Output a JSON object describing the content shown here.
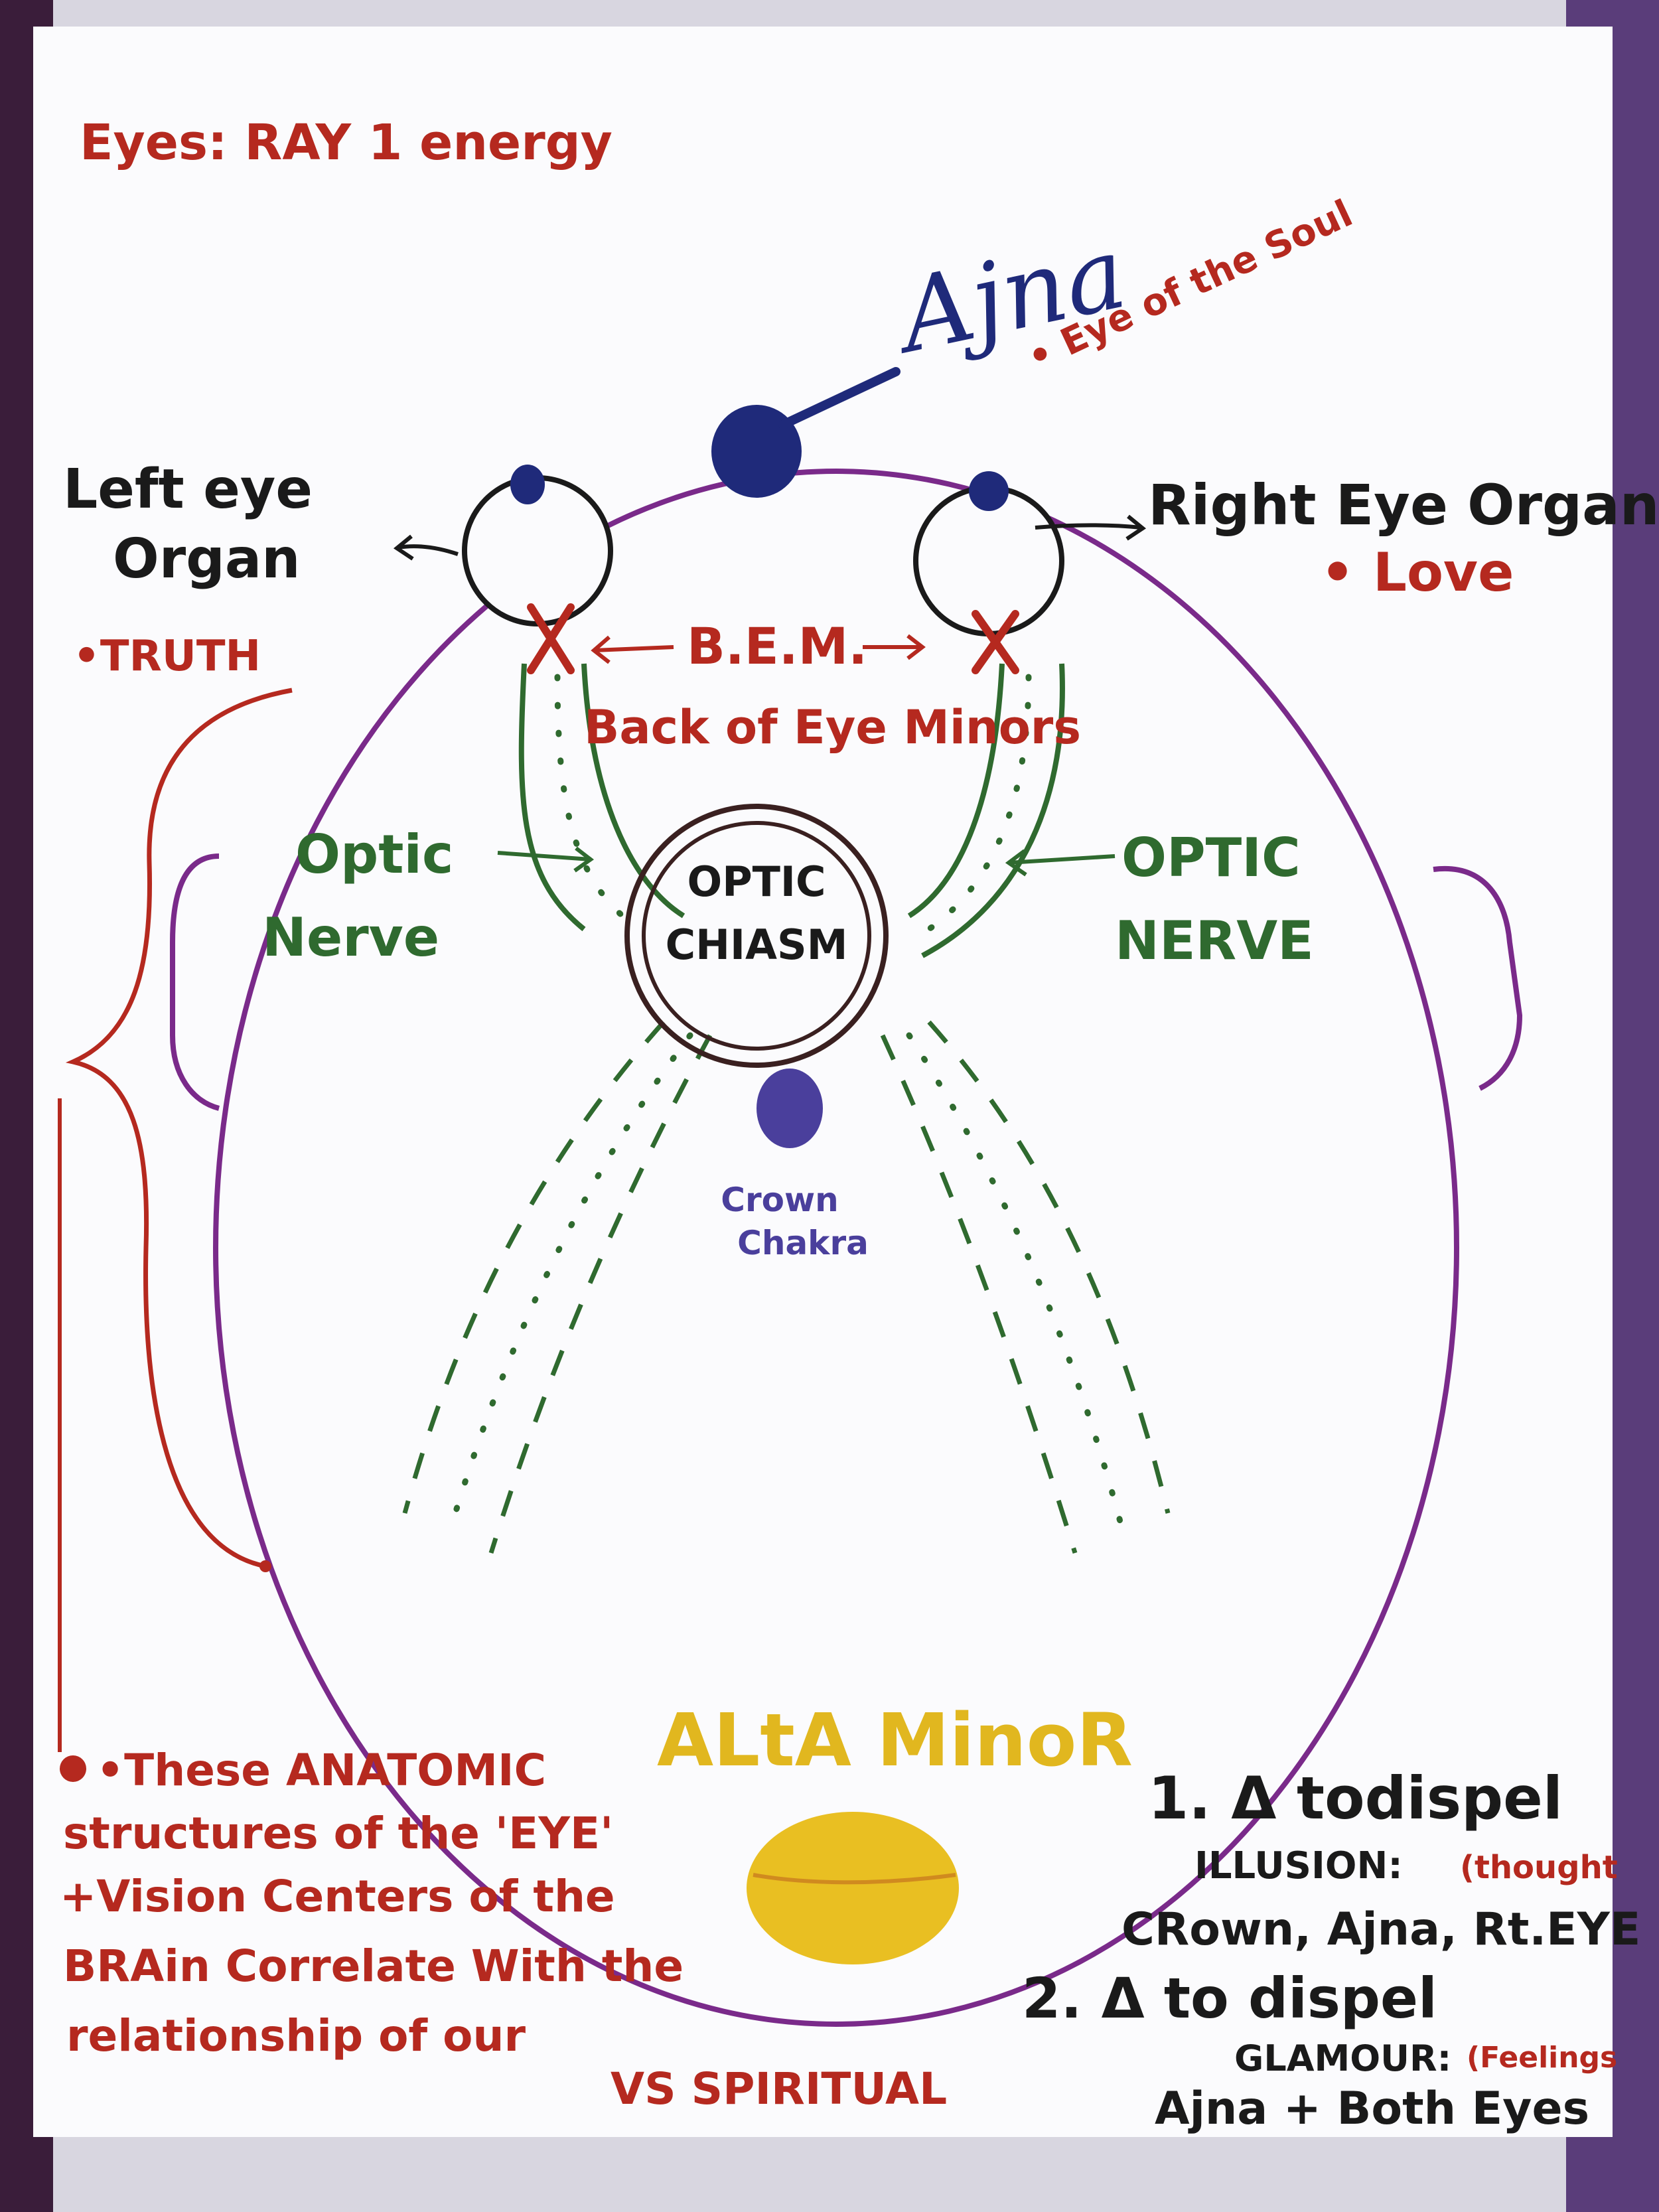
{
  "title": "Eyes: RAY 1 energy",
  "ajna": {
    "label": "Ajna",
    "note": "• Eye of the Soul"
  },
  "left_eye": {
    "line1": "Left eye",
    "line2": "Organ",
    "note": "•TRUTH"
  },
  "right_eye": {
    "label": "Right Eye Organ",
    "note": "• Love"
  },
  "bem": {
    "label": "B.E.M.",
    "full": "Back of Eye Minors"
  },
  "optic_nerve_left": {
    "line1": "Optic",
    "line2": "Nerve"
  },
  "optic_nerve_right": {
    "line1": "OPTIC",
    "line2": "NERVE"
  },
  "optic_chiasm": {
    "line1": "OPTIC",
    "line2": "CHIASM"
  },
  "crown_chakra": {
    "line1": "Crown",
    "line2": "Chakra"
  },
  "alta_minor": "ALtA MinoR",
  "notes_left": [
    "•These ANATOMIC",
    "structures of the 'EYE'",
    "+Vision Centers of the",
    "BRAin Correlate With the",
    "relationship of our",
    "VS SPIRITUAL"
  ],
  "notes_right": {
    "item1_title": "1. Δ todispel",
    "item1_sub": "ILLUSION:",
    "item1_paren": "(thought",
    "item1_centers": "CRown, Ajna, Rt.EYE",
    "item2_title": "2. Δ to dispel",
    "item2_sub": "GLAMOUR:",
    "item2_paren": "(Feelings",
    "item2_centers": "Ajna + Both Eyes"
  },
  "colors": {
    "purple_head": "#7a2a8a",
    "navy": "#1f2a7a",
    "red": "#b5291f",
    "green": "#2f6a2f",
    "yellow": "#e9bf22",
    "black": "#1a1a1a",
    "crown": "#4a3f9c"
  }
}
